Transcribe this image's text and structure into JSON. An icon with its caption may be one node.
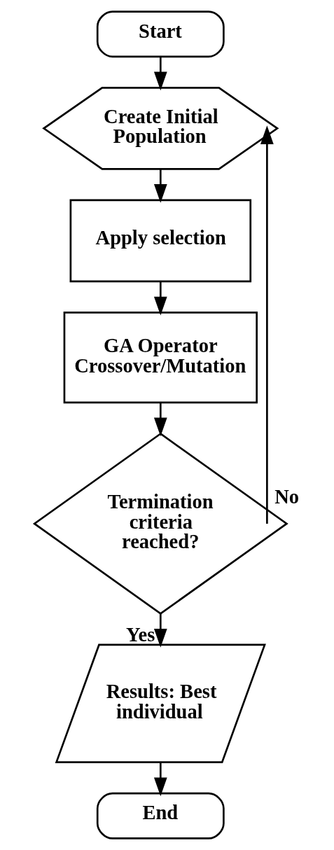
{
  "diagram": {
    "nodes": [
      {
        "text": [
          "Start"
        ]
      },
      {
        "text": [
          "Create Initial Population"
        ]
      },
      {
        "text": [
          "Apply selection"
        ]
      },
      {
        "text": [
          "GA Operator Crossover/Mutation"
        ]
      },
      {
        "text": [
          "Termination criteria reached?"
        ]
      },
      {
        "text": [
          "Results: Best individual"
        ]
      },
      {
        "text": [
          "End"
        ]
      }
    ],
    "edges": [
      {
        "from": 0,
        "to": 1,
        "arrow": "to"
      },
      {
        "from": 1,
        "to": 2,
        "arrow": "to"
      },
      {
        "from": 2,
        "to": 3,
        "arrow": "to"
      },
      {
        "from": 3,
        "to": 4,
        "arrow": "to"
      },
      {
        "from": 4,
        "to": 1,
        "arrow": "to",
        "label": "No"
      },
      {
        "from": 4,
        "to": 5,
        "arrow": "to",
        "label": "Yes"
      },
      {
        "from": 5,
        "to": 6,
        "arrow": "to"
      }
    ]
  }
}
